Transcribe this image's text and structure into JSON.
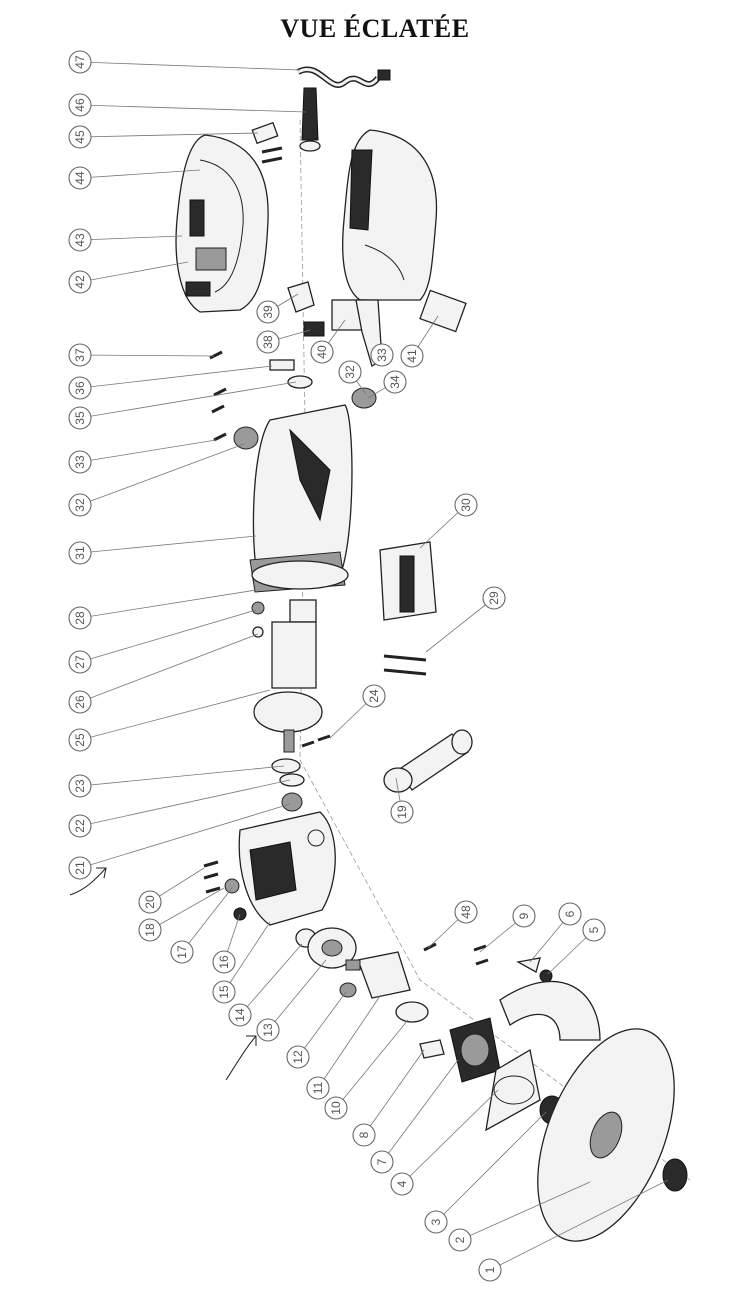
{
  "title": "VUE ÉCLATÉE",
  "parts": [
    "47",
    "46",
    "45",
    "44",
    "43",
    "42",
    "39",
    "38",
    "40",
    "32",
    "34",
    "33",
    "41",
    "37",
    "36",
    "35",
    "33",
    "32",
    "31",
    "30",
    "28",
    "27",
    "29",
    "26",
    "25",
    "24",
    "23",
    "22",
    "19",
    "21",
    "20",
    "18",
    "17",
    "16",
    "15",
    "14",
    "13",
    "12",
    "48",
    "9",
    "6",
    "5",
    "11",
    "10",
    "8",
    "7",
    "4",
    "3",
    "2",
    "1"
  ]
}
